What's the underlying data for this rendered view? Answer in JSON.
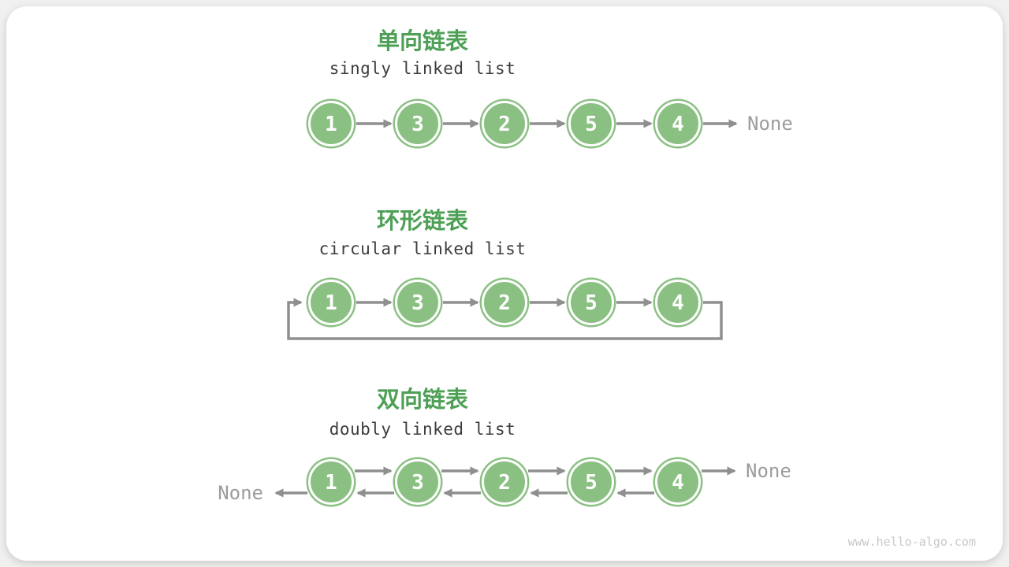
{
  "page": {
    "watermark": "www.hello-algo.com"
  },
  "colors": {
    "title_green": "#4EA056",
    "node_green": "#8BC083",
    "arrow_gray": "#8F8F8F",
    "subtitle_dark": "#3C3C3C",
    "none_gray": "#9C9C9C",
    "watermark_gray": "#C8C8C8",
    "card_background": "#FFFFFF",
    "page_background": "#F0F0F0"
  },
  "sections": {
    "singly": {
      "title_zh": "单向链表",
      "title_en": "singly linked list",
      "nodes": [
        "1",
        "3",
        "2",
        "5",
        "4"
      ],
      "tail_label": "None"
    },
    "circular": {
      "title_zh": "环形链表",
      "title_en": "circular linked list",
      "nodes": [
        "1",
        "3",
        "2",
        "5",
        "4"
      ]
    },
    "doubly": {
      "title_zh": "双向链表",
      "title_en": "doubly linked list",
      "nodes": [
        "1",
        "3",
        "2",
        "5",
        "4"
      ],
      "head_label": "None",
      "tail_label": "None"
    }
  }
}
